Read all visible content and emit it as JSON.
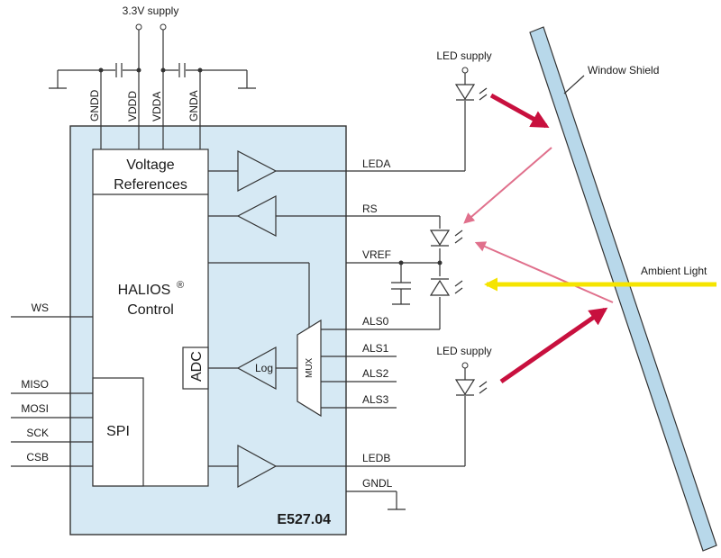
{
  "supply": {
    "label": "3.3V supply"
  },
  "top_pins": [
    {
      "label": "GNDD"
    },
    {
      "label": "VDDD"
    },
    {
      "label": "VDDA"
    },
    {
      "label": "GNDA"
    }
  ],
  "blocks": {
    "voltage_references": [
      "Voltage",
      "References"
    ],
    "halios_control": [
      "HALIOS",
      "Control"
    ],
    "halios_superscript": "®",
    "adc": "ADC",
    "log": "Log",
    "mux": "MUX",
    "spi": "SPI"
  },
  "left_pins": [
    {
      "label": "WS"
    },
    {
      "label": "MISO"
    },
    {
      "label": "MOSI"
    },
    {
      "label": "SCK"
    },
    {
      "label": "CSB"
    }
  ],
  "right_pins": [
    {
      "label": "LEDA"
    },
    {
      "label": "RS"
    },
    {
      "label": "VREF"
    },
    {
      "label": "ALS0"
    },
    {
      "label": "ALS1"
    },
    {
      "label": "ALS2"
    },
    {
      "label": "ALS3"
    },
    {
      "label": "LEDB"
    },
    {
      "label": "GNDL"
    }
  ],
  "chip_name": "E527.04",
  "external": {
    "led_supply_top": "LED supply",
    "led_supply_bottom": "LED supply",
    "window_shield": "Window Shield",
    "ambient_light": "Ambient Light"
  },
  "colors": {
    "chip_fill": "#d6e9f4",
    "shield_fill": "#b8d8ea",
    "strong_arrow": "#c8103e",
    "reflect_arrow": "#e0708c",
    "ambient_arrow": "#f5e400"
  }
}
